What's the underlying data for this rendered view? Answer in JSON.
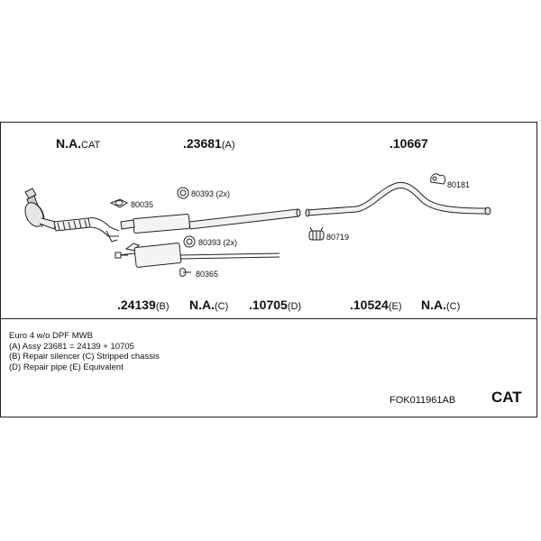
{
  "labels_top": [
    {
      "num": "N.A.",
      "suffix": "CAT"
    },
    {
      "num": ".23681",
      "suffix": "(A)"
    },
    {
      "num": ".10667",
      "suffix": ""
    }
  ],
  "labels_bottom": [
    {
      "num": ".24139",
      "suffix": "(B)"
    },
    {
      "num": "N.A.",
      "suffix": "(C)"
    },
    {
      "num": ".10705",
      "suffix": "(D)"
    },
    {
      "num": ".10524",
      "suffix": "(E)"
    },
    {
      "num": "N.A.",
      "suffix": "(C)"
    }
  ],
  "parts": {
    "p80035": "80035",
    "p80393a": "80393 (2x)",
    "p80393b": "80393 (2x)",
    "p80365": "80365",
    "p80181": "80181",
    "p80719": "80719"
  },
  "notes": [
    "Euro 4   w/o DPF   MWB",
    "(A) Assy 23681 = 24139 + 10705",
    "(B) Repair silencer (C) Stripped chassis",
    "(D) Repair pipe  (E) Equivalent"
  ],
  "code": "FOK011961AB",
  "cat": "CAT"
}
